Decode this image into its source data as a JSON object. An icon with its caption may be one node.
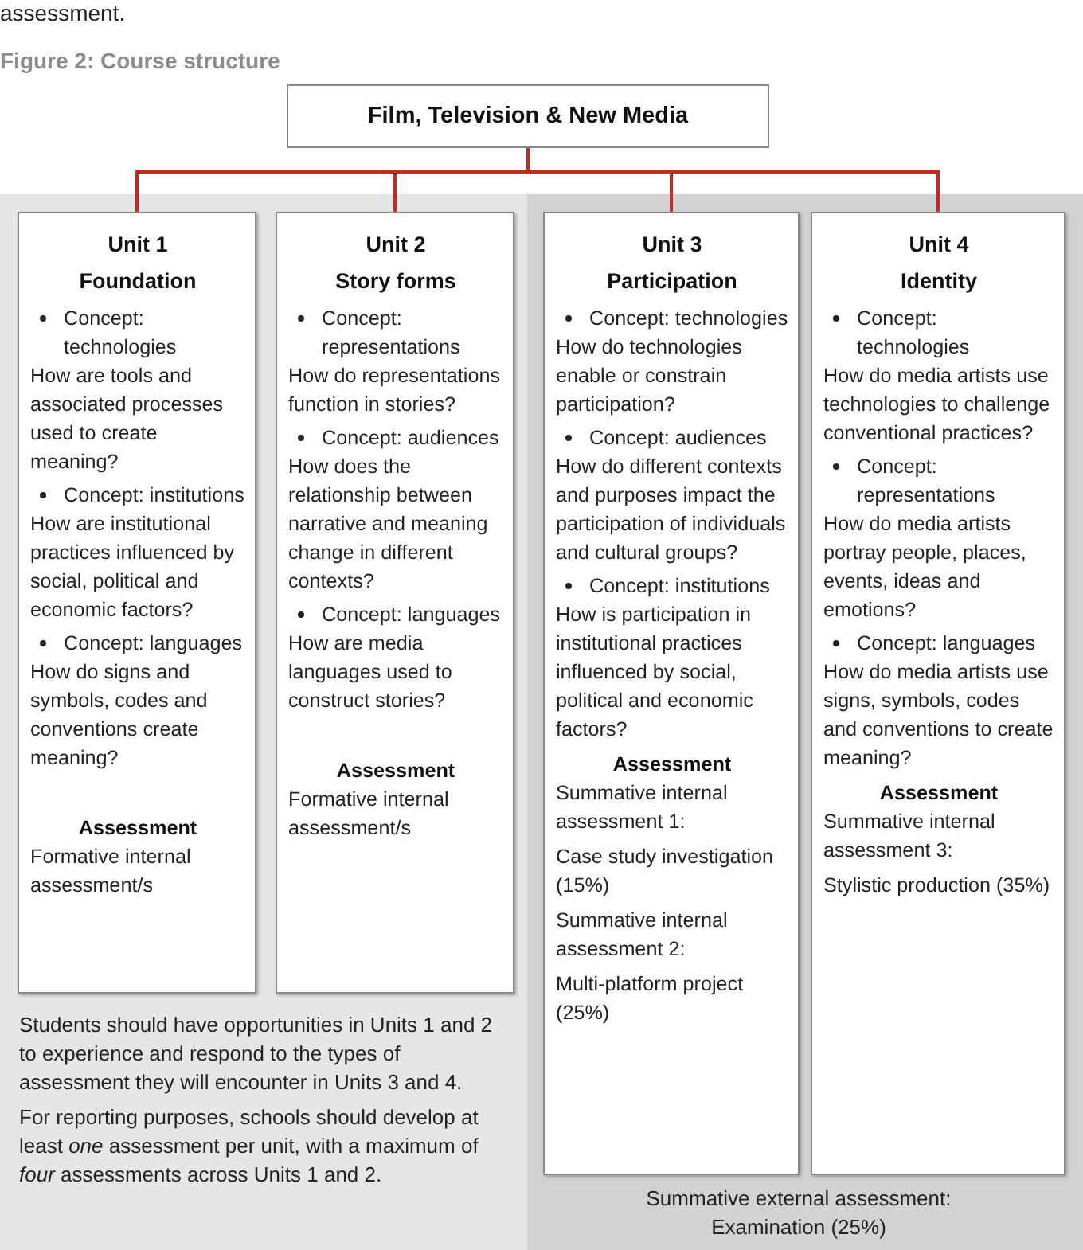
{
  "diagram": {
    "title": "Figure 2: Course structure",
    "nodes": [
      {
        "text": [
          "Film, Television & New Media"
        ]
      },
      {
        "text": [
          "Students should have opportunities in Units 1 and 2 to experience and respond to the types of assessment they will encounter in Units 3 and 4.",
          "For reporting purposes, schools should develop at least *one* assessment per unit, with a maximum of *four* assessments across Units 1 and 2."
        ]
      },
      {
        "text": [
          "Unit 1",
          "Foundation",
          "Concept: technologies",
          "How are tools and associated processes used to create meaning?",
          "Concept: institutions",
          "How are institutional practices influenced by social, political and economic factors?",
          "Concept: languages",
          "How do signs and symbols, codes and conventions create meaning?",
          "Assessment",
          "Formative internal assessment/s"
        ],
        "in": 1
      },
      {
        "text": [
          "Unit 2",
          "Story forms",
          "Concept: representations",
          "How do representations function in stories?",
          "Concept: audiences",
          "How does the relationship between narrative and meaning change in different contexts?",
          "Concept: languages",
          "How are media languages used to construct stories?",
          "Assessment",
          "Formative internal assessment/s"
        ],
        "in": 1
      },
      {
        "text": [
          "Summative external assessment: Examination (25%)"
        ]
      },
      {
        "text": [
          "Unit 3",
          "Participation",
          "Concept: technologies",
          "How do technologies enable or constrain participation?",
          "Concept: audiences",
          "How do different contexts and purposes impact the participation of individuals and cultural groups?",
          "Concept: institutions",
          "How is participation in institutional practices influenced by social, political and economic factors?",
          "Assessment",
          "Summative internal assessment 1:",
          "Case study investigation (15%)",
          "Summative internal assessment 2:",
          "Multi-platform project (25%)"
        ],
        "in": 4
      },
      {
        "text": [
          "Unit 4",
          "Identity",
          "Concept: technologies",
          "How do media artists use technologies to challenge conventional practices?",
          "Concept: representations",
          "How do media artists portray people, places, events, ideas and emotions?",
          "Concept: languages",
          "How do media artists use signs, symbols, codes and conventions to create meaning?",
          "Assessment",
          "Summative internal assessment 3:",
          "Stylistic production (35%)"
        ],
        "in": 4
      }
    ],
    "edges": [
      {
        "from": 0,
        "to": 2,
        "arrow": "none"
      },
      {
        "from": 0,
        "to": 3,
        "arrow": "none"
      },
      {
        "from": 0,
        "to": 5,
        "arrow": "none"
      },
      {
        "from": 0,
        "to": 6,
        "arrow": "none"
      }
    ],
    "labels": [
      "assessment."
    ]
  }
}
